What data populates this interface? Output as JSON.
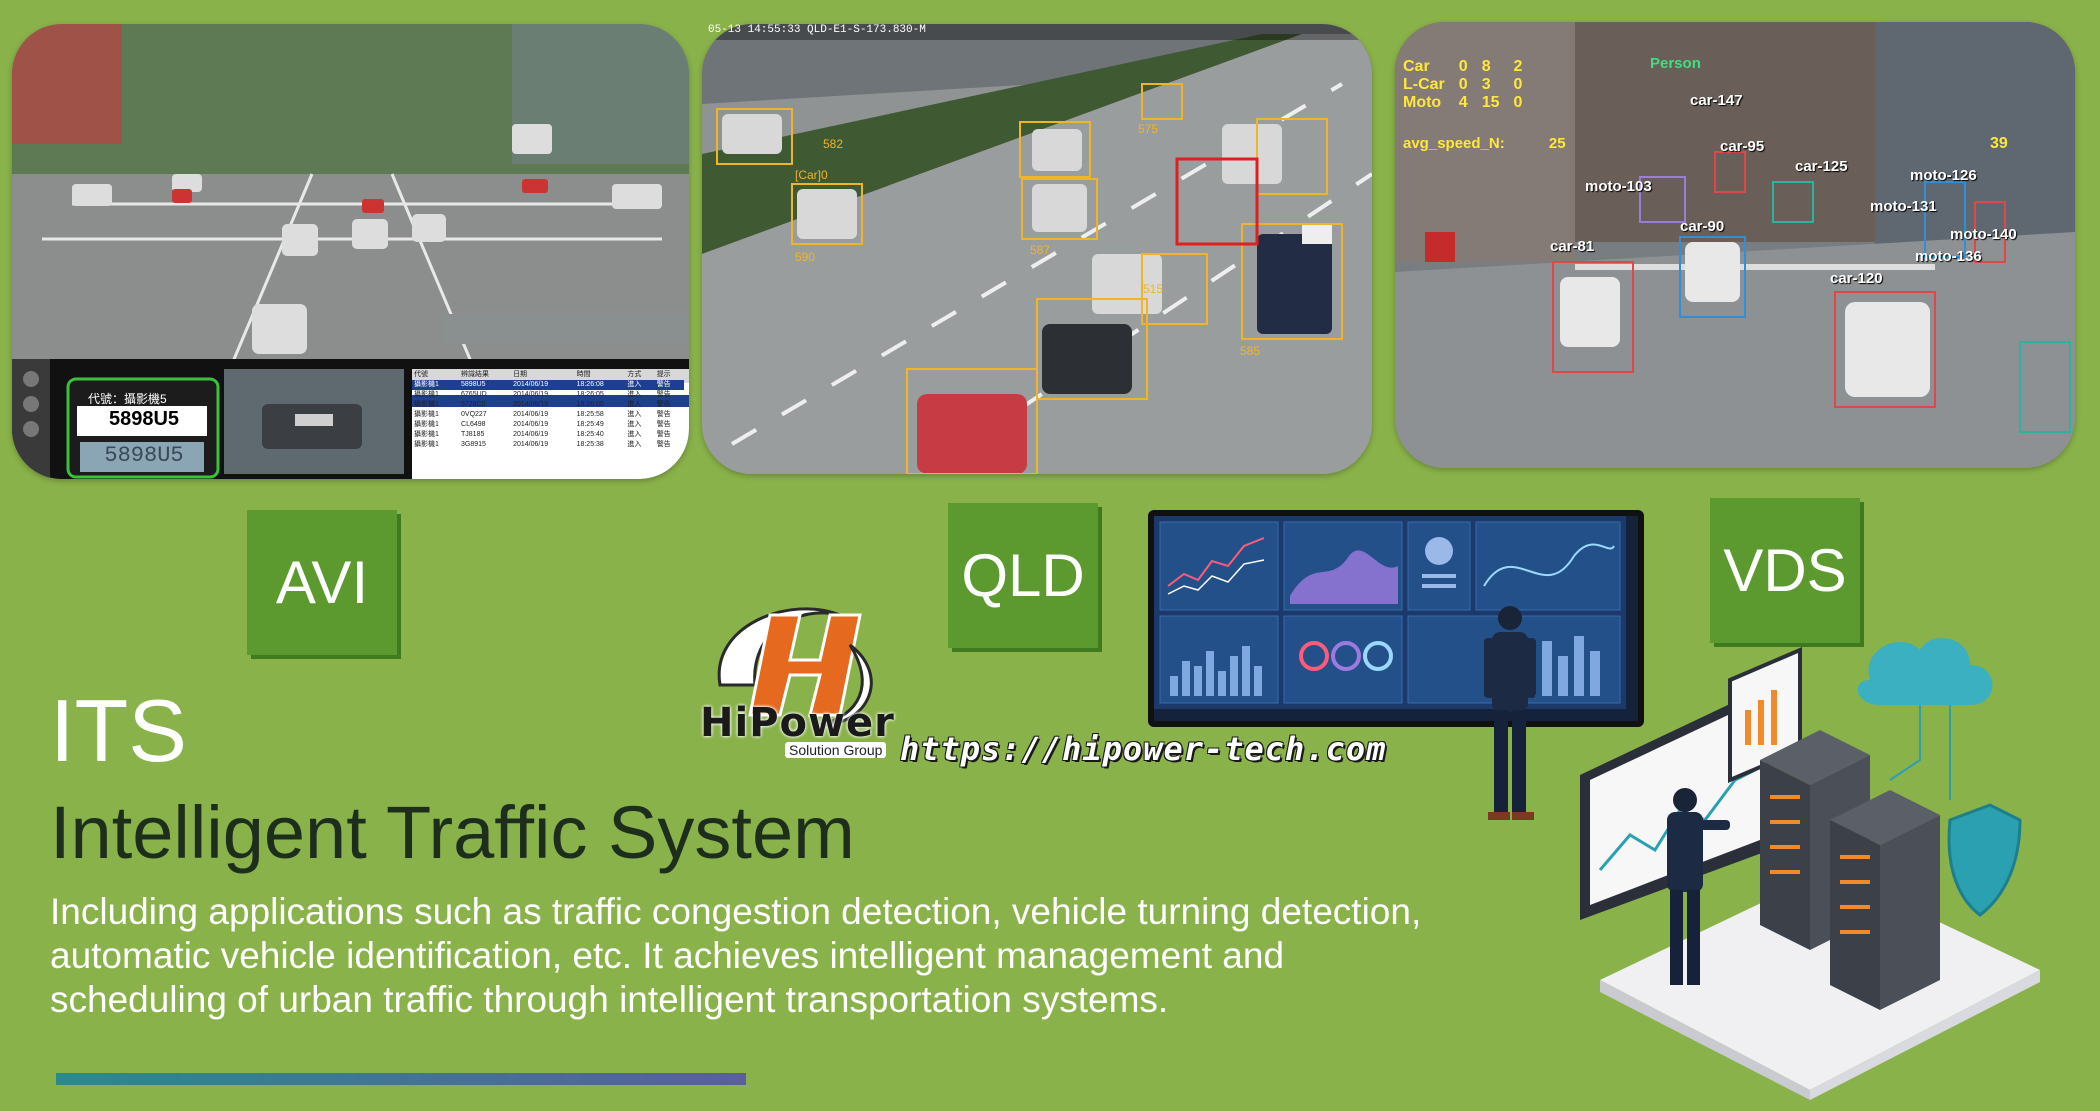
{
  "panels": [
    {
      "id": "avi",
      "label": "AVI",
      "plate_caption": "代號：攝影機5",
      "plate_number": "5898U5",
      "plate_display": "5898U5",
      "table_headers": [
        "代號",
        "辨識結果",
        "日期",
        "時間",
        "方式",
        "提示"
      ],
      "table_rows": [
        [
          "攝影機1",
          "5898U5",
          "2014/06/19",
          "18:26:08",
          "進入",
          "警告"
        ],
        [
          "攝影機1",
          "6765UD",
          "2014/06/19",
          "18:26:05",
          "進入",
          "警告"
        ],
        [
          "攝影機1",
          "5728C0",
          "2014/06/19",
          "18:26:00",
          "進入",
          "警告"
        ],
        [
          "攝影機1",
          "0VQ227",
          "2014/06/19",
          "18:25:58",
          "進入",
          "警告"
        ],
        [
          "攝影機1",
          "CL6498",
          "2014/06/19",
          "18:25:49",
          "進入",
          "警告"
        ],
        [
          "攝影機1",
          "TJ8185",
          "2014/06/19",
          "18:25:40",
          "進入",
          "警告"
        ],
        [
          "攝影機1",
          "3G8915",
          "2014/06/19",
          "18:25:38",
          "進入",
          "警告"
        ]
      ]
    },
    {
      "id": "qld",
      "label": "QLD",
      "overlay_header": "05-13 14:55:33 QLD-E1-S-173.830-M",
      "vehicle_tag": "[Car]0",
      "vehicle_ids": [
        "590",
        "582",
        "587",
        "575",
        "515",
        "585"
      ]
    },
    {
      "id": "vds",
      "label": "VDS",
      "stats_rows": [
        [
          "Car",
          "0",
          "8",
          "2"
        ],
        [
          "L-Car",
          "0",
          "3",
          "0"
        ],
        [
          "Moto",
          "4",
          "15",
          "0"
        ]
      ],
      "avg_speed_label": "avg_speed_N:",
      "avg_speed_value": "25",
      "avg_speed_right": "39",
      "person_label": "Person",
      "tags": [
        "car-147",
        "moto-103",
        "car-95",
        "car-90",
        "car-81",
        "car-125",
        "car-120",
        "moto-126",
        "moto-131",
        "moto-136",
        "moto-140"
      ]
    }
  ],
  "brand": {
    "name": "HiPower",
    "tagline": "Solution Group",
    "url": "https://hipower-tech.com"
  },
  "headline": {
    "title": "ITS",
    "subtitle": "Intelligent Traffic System"
  },
  "description": [
    "Including applications such as traffic congestion detection, vehicle turning detection,",
    "automatic vehicle identification, etc.  It achieves intelligent management and",
    "scheduling of urban  traffic through intelligent transportation systems."
  ],
  "colors": {
    "background": "#8ab24a",
    "label_box": "#5c9a2f",
    "accent_bar_start": "#2a8a8a",
    "accent_bar_end": "#5a5f9a",
    "logo_orange": "#e56a1f"
  }
}
